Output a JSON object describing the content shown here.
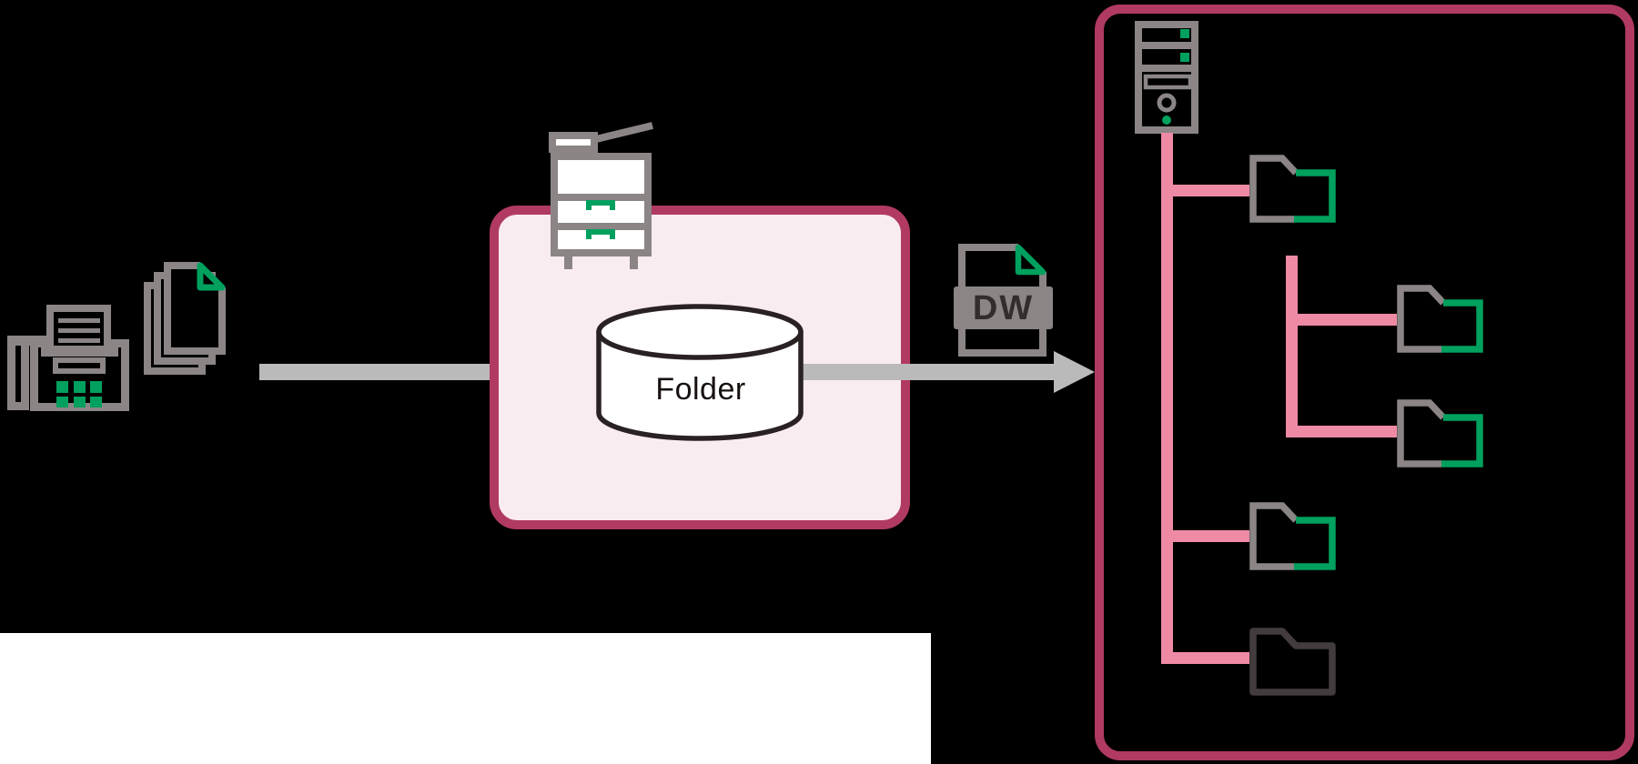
{
  "diagram": {
    "description": "fax-documents-to-multifunction-device-folder-forwarded-as-dw-file-to-server-folder-tree",
    "labels": {
      "storage_cylinder": "Folder",
      "file_badge": "DW"
    },
    "colors": {
      "background": "#000000",
      "page_backdrop_white": "#ffffff",
      "box_border_crimson": "#b03a62",
      "box_fill_light_pink": "#f9ecf1",
      "tree_line_pink": "#ee8aa4",
      "icon_outline_gray": "#8b8586",
      "accent_green": "#00a05e",
      "arrow_gray": "#bababa",
      "inactive_folder_dark": "#433c3e",
      "cylinder_outline": "#2a2123"
    },
    "icons": [
      "fax-machine-icon",
      "document-stack-icon",
      "multifunction-printer-icon",
      "database-cylinder-icon",
      "dw-file-icon",
      "server-tower-icon",
      "folder-icon"
    ],
    "tree": {
      "root": "server",
      "level1_folders": 3,
      "level2_folders": 2,
      "highlighted_folders": 4,
      "inactive_folders": 1
    }
  }
}
